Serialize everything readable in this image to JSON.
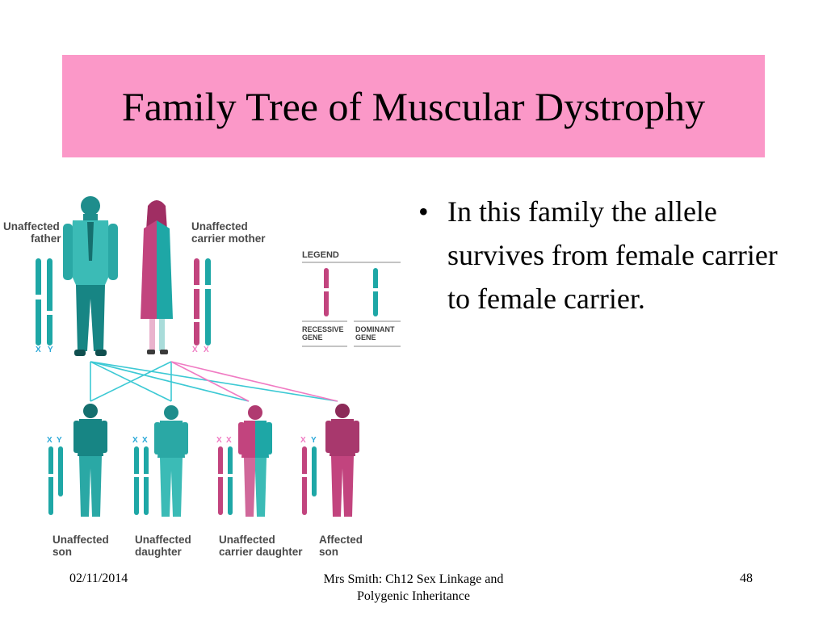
{
  "slide": {
    "title": "Family Tree of Muscular Dystrophy",
    "bullets": [
      "In this family the allele survives from female carrier to female carrier."
    ]
  },
  "figure": {
    "parents": {
      "father_label_1": "Unaffected",
      "father_label_2": "father",
      "mother_label_1": "Unaffected",
      "mother_label_2": "carrier mother",
      "father_chromosomes": [
        "X",
        "Y"
      ],
      "mother_chromosomes": [
        "X",
        "X"
      ]
    },
    "legend": {
      "title": "LEGEND",
      "recessive_1": "RECESSIVE",
      "recessive_2": "GENE",
      "dominant_1": "DOMINANT",
      "dominant_2": "GENE"
    },
    "children": [
      {
        "label_1": "Unaffected",
        "label_2": "son",
        "chromosomes": [
          "X",
          "Y"
        ]
      },
      {
        "label_1": "Unaffected",
        "label_2": "daughter",
        "chromosomes": [
          "X",
          "X"
        ]
      },
      {
        "label_1": "Unaffected",
        "label_2": "carrier daughter",
        "chromosomes": [
          "X",
          "X"
        ]
      },
      {
        "label_1": "Affected",
        "label_2": "son",
        "chromosomes": [
          "X",
          "Y"
        ]
      }
    ],
    "colors": {
      "teal": "#1ea7a6",
      "dark_teal": "#167f7e",
      "magenta": "#c2447e",
      "pink": "#f07bc3",
      "line_teal": "#3cc9d4"
    }
  },
  "footer": {
    "date": "02/11/2014",
    "center_line_1": "Mrs Smith: Ch12 Sex Linkage and",
    "center_line_2": "Polygenic Inheritance",
    "page": "48"
  }
}
